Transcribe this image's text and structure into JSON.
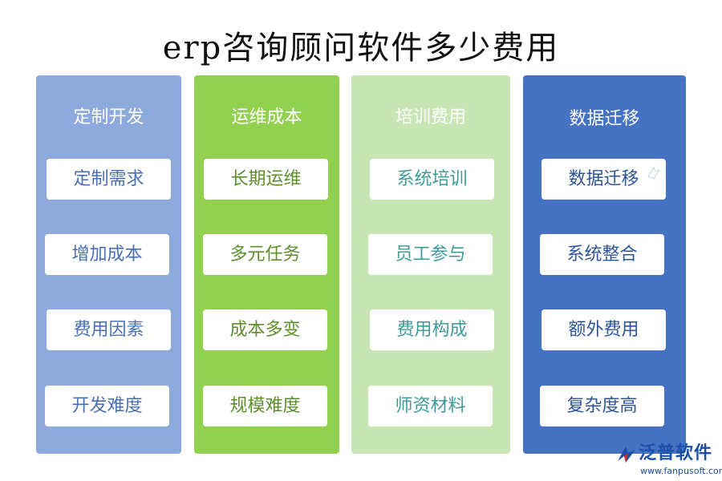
{
  "title": "erp咨询顾问软件多少费用",
  "columns": [
    {
      "heading": "定制开发",
      "items": [
        "定制需求",
        "增加成本",
        "费用因素",
        "开发难度"
      ],
      "color": "#8eaadc"
    },
    {
      "heading": "运维成本",
      "items": [
        "长期运维",
        "多元任务",
        "成本多变",
        "规模难度"
      ],
      "color": "#92d050"
    },
    {
      "heading": "培训费用",
      "items": [
        "系统培训",
        "员工参与",
        "费用构成",
        "师资材料"
      ],
      "color": "#c8e6b4"
    },
    {
      "heading": "数据迁移",
      "items": [
        "数据迁移",
        "系统整合",
        "额外费用",
        "复杂度高"
      ],
      "color": "#4672c4"
    }
  ],
  "logo": {
    "name": "泛普软件",
    "url": "www.fanpusoft.com",
    "icon": "fanpu-logo-icon"
  }
}
